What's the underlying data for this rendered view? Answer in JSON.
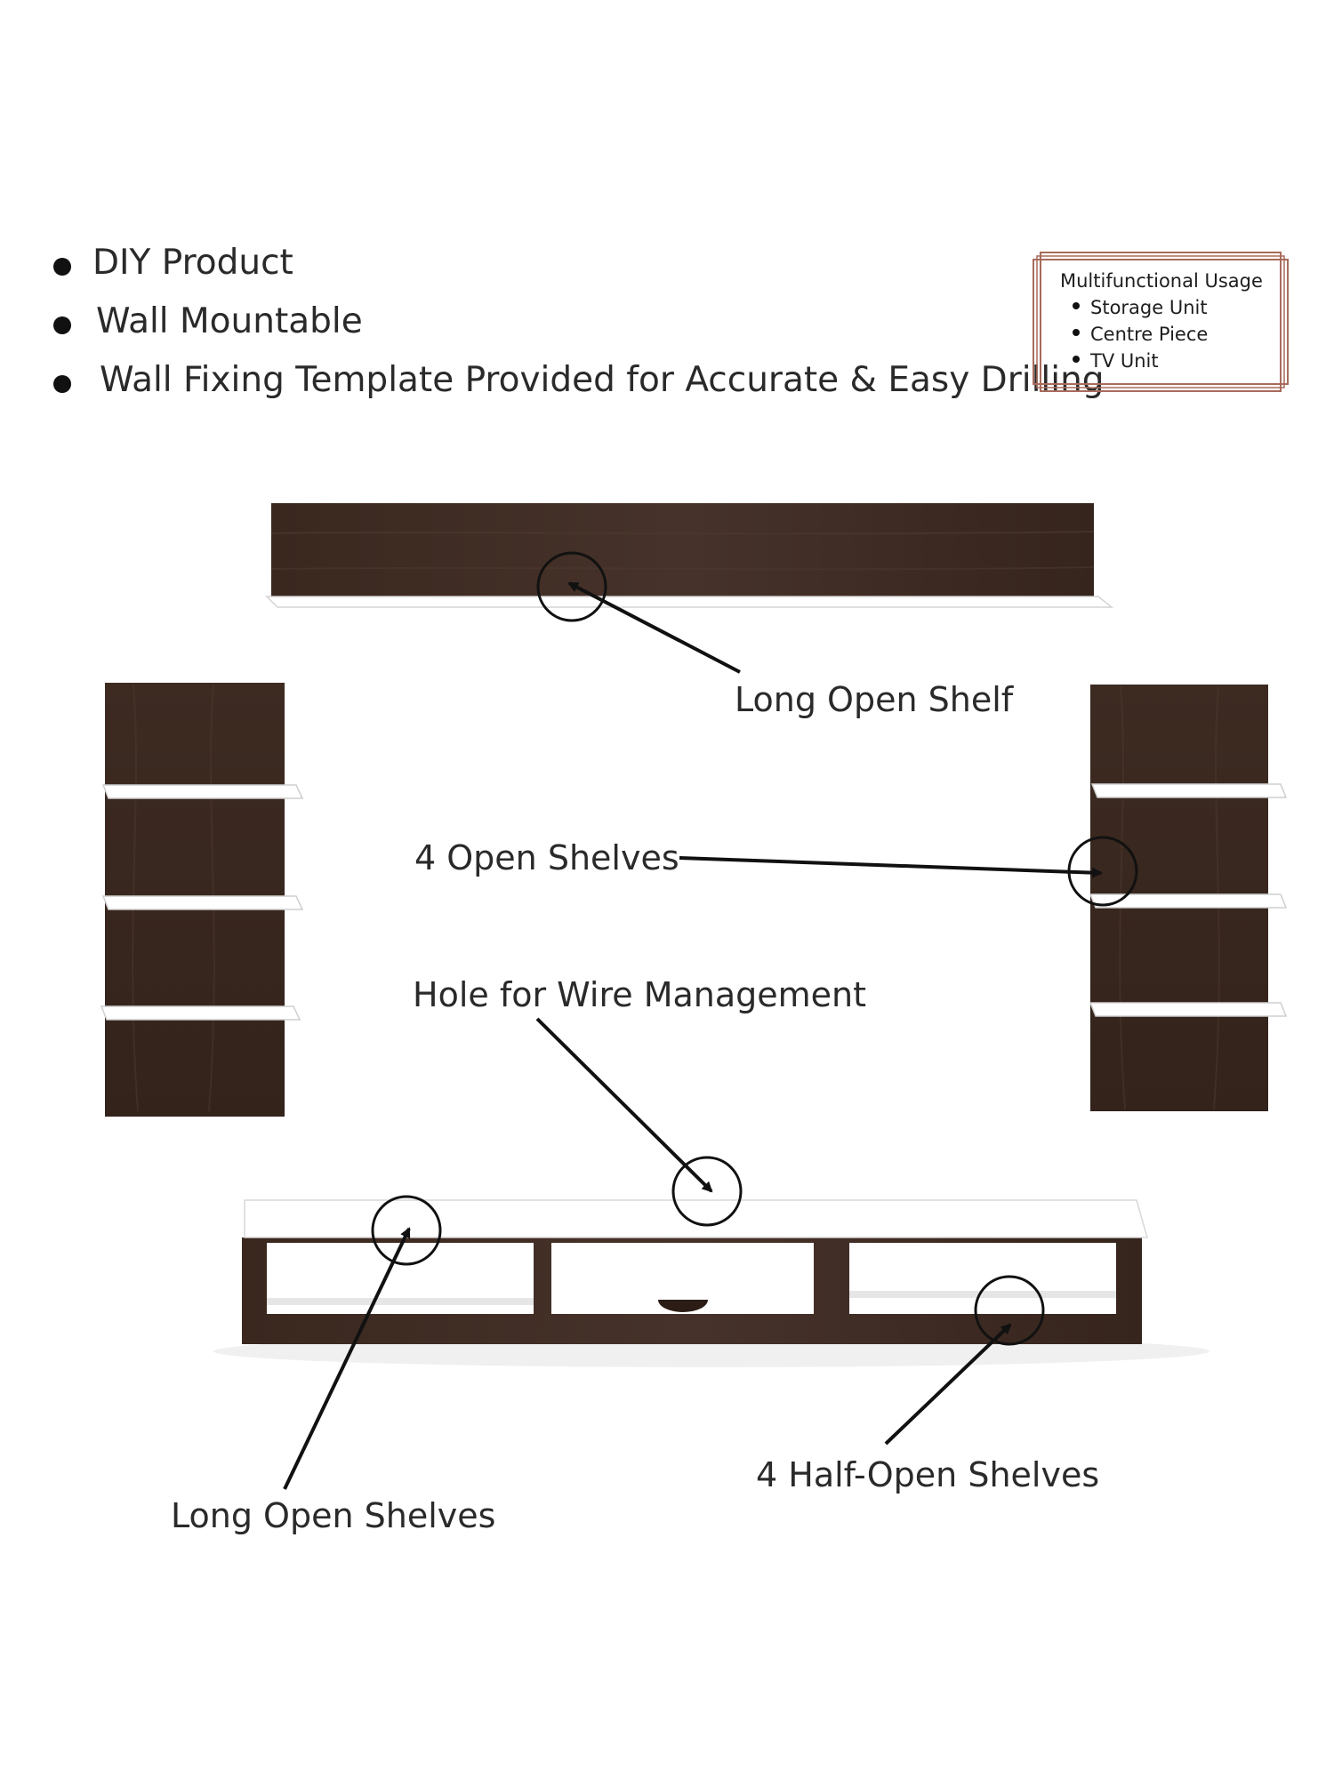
{
  "features": [
    {
      "text": "DIY Product"
    },
    {
      "text": "Wall Mountable"
    },
    {
      "text": "Wall Fixing Template Provided for Accurate & Easy Drilling"
    }
  ],
  "usage_box": {
    "title": "Multifunctional Usage",
    "items": [
      "Storage Unit",
      "Centre Piece",
      "TV Unit"
    ],
    "border_color": "#a86b5c"
  },
  "callouts": {
    "long_open_shelf": "Long Open Shelf",
    "four_open_shelves": "4 Open Shelves",
    "wire_hole": "Hole for Wire Management",
    "long_open_shelves": "Long Open Shelves",
    "four_half_open_shelves": "4 Half-Open Shelves"
  },
  "colors": {
    "wood": "#3f2c22",
    "wood_dark": "#2f1f17",
    "panel_white": "#ffffff"
  }
}
